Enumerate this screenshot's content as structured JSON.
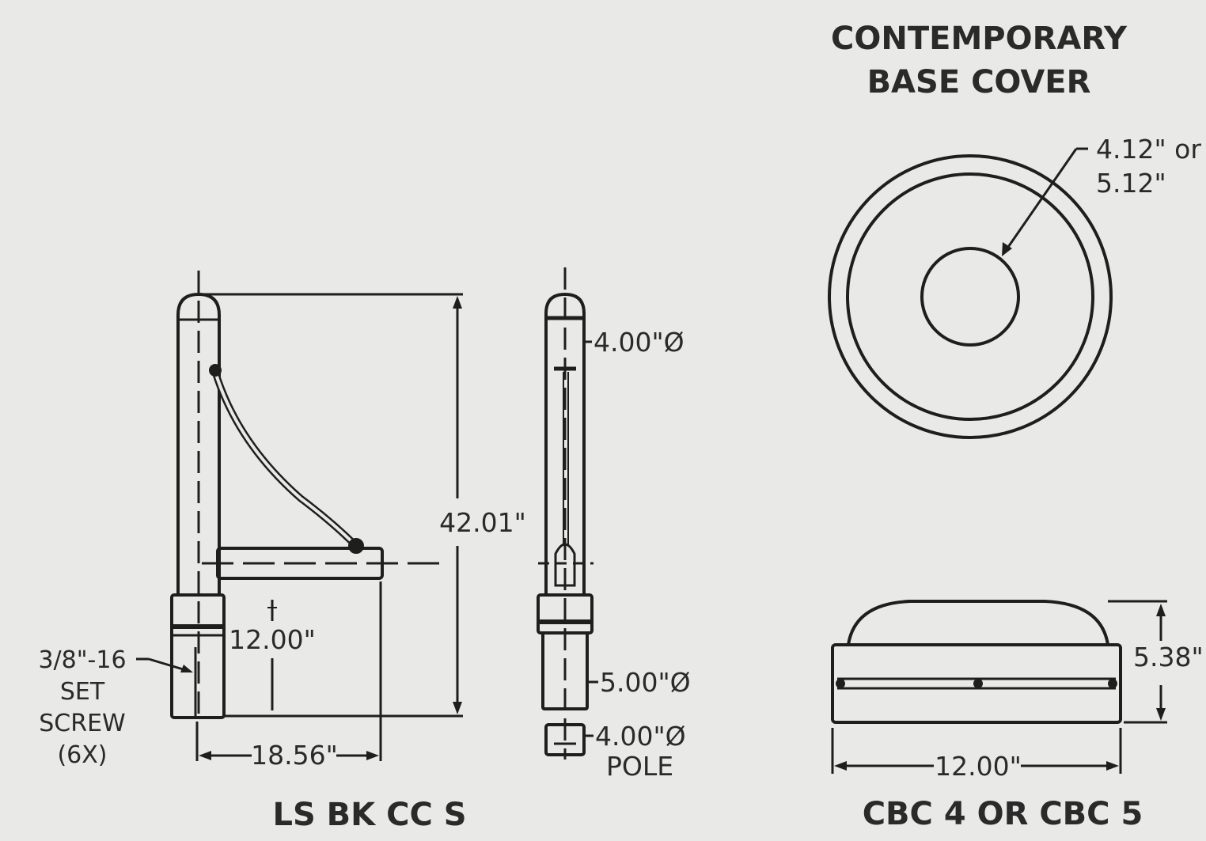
{
  "right_view": {
    "title_line1": "CONTEMPORARY",
    "title_line2": "BASE COVER",
    "inner_diameter_line1": "4.12\" or",
    "inner_diameter_line2": "5.12\"",
    "height_dim": "5.38\"",
    "width_dim": "12.00\"",
    "model": "CBC 4 OR CBC 5"
  },
  "left_view": {
    "height_dim": "42.01\"",
    "base_height_dim": "12.00\"",
    "arm_length_dim": "18.56\"",
    "screw_line1": "3/8\"-16",
    "screw_line2": "SET",
    "screw_line3": "SCREW",
    "screw_line4": "(6X)",
    "model": "LS BK CC S"
  },
  "side_view": {
    "top_diameter": "4.00\"Ø",
    "base_diameter": "5.00\"Ø",
    "pole_line1": "4.00\"Ø",
    "pole_line2": "POLE"
  }
}
